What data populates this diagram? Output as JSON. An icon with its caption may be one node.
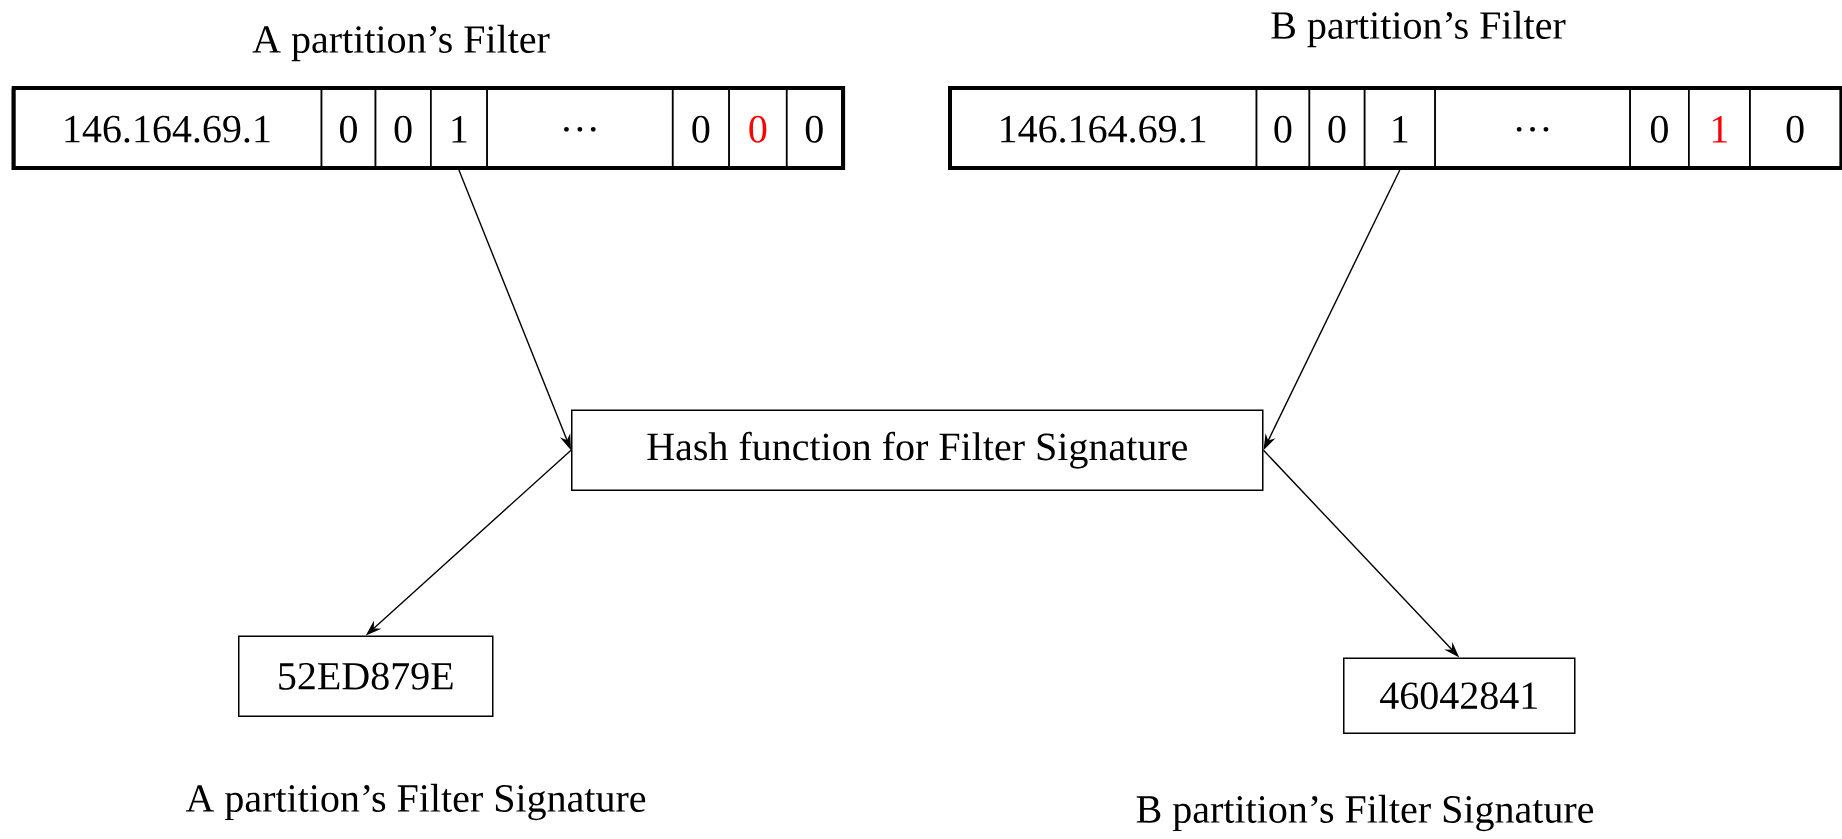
{
  "diagram": {
    "nodes": [
      {
        "text": [
          "A partition’s Filter"
        ]
      },
      {
        "text": [
          "146.164.69.1"
        ],
        "in": 0
      },
      {
        "text": [
          "0"
        ],
        "in": 0
      },
      {
        "text": [
          "0"
        ],
        "in": 0
      },
      {
        "text": [
          "1"
        ],
        "in": 0
      },
      {
        "text": [
          "…"
        ],
        "in": 0
      },
      {
        "text": [
          "0"
        ],
        "in": 0
      },
      {
        "text": [
          "0"
        ],
        "in": 0
      },
      {
        "text": [
          "0"
        ],
        "in": 0
      },
      {
        "text": [
          "B partition’s Filter"
        ]
      },
      {
        "text": [
          "146.164.69.1"
        ],
        "in": 9
      },
      {
        "text": [
          "0"
        ],
        "in": 9
      },
      {
        "text": [
          "0"
        ],
        "in": 9
      },
      {
        "text": [
          "1"
        ],
        "in": 9
      },
      {
        "text": [
          "…"
        ],
        "in": 9
      },
      {
        "text": [
          "0"
        ],
        "in": 9
      },
      {
        "text": [
          "1"
        ],
        "in": 9
      },
      {
        "text": [
          "0"
        ],
        "in": 9
      },
      {
        "text": [
          "Hash function for Filter Signature"
        ]
      },
      {
        "text": [
          "52ED879E"
        ],
        "beside": [
          "A partition’s Filter Signature"
        ]
      },
      {
        "text": [
          "46042841"
        ],
        "beside": [
          "B partition’s Filter Signature"
        ]
      }
    ],
    "edges": [
      {
        "from": 4,
        "to": 18,
        "arrow": "to"
      },
      {
        "from": 13,
        "to": 18,
        "arrow": "to"
      },
      {
        "from": 18,
        "to": 19,
        "arrow": "to"
      },
      {
        "from": 18,
        "to": 20,
        "arrow": "to"
      }
    ]
  }
}
